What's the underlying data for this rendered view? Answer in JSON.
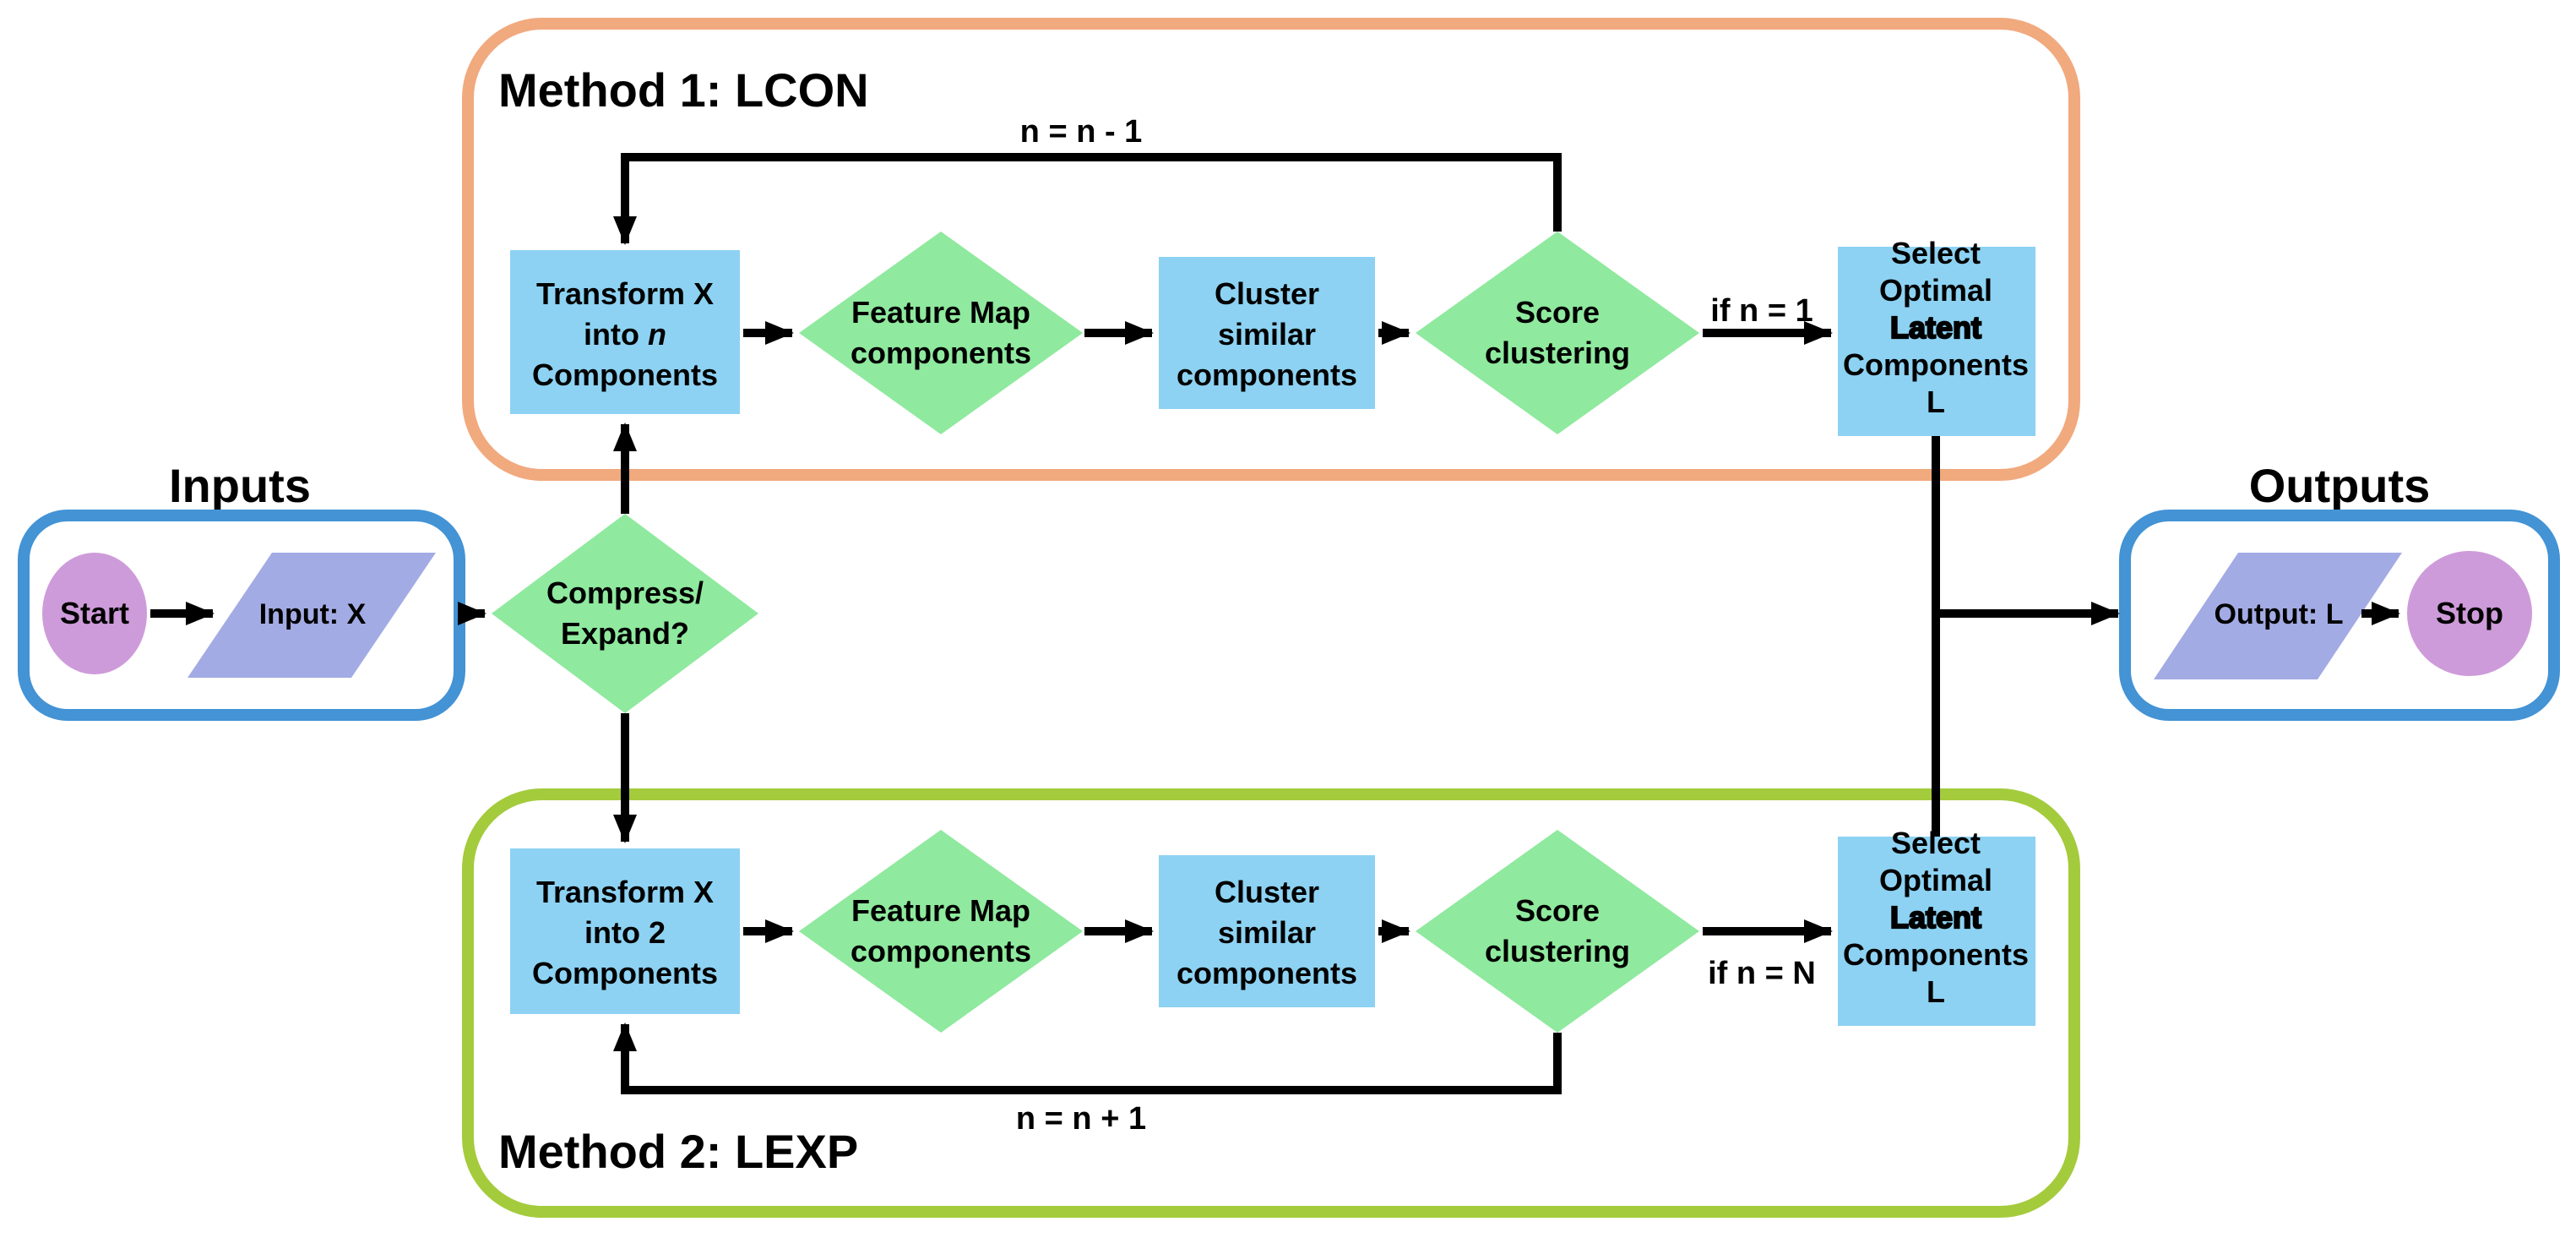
{
  "colors": {
    "process_fill": "#8DD2F2",
    "decision_fill": "#8FE99E",
    "terminator_fill": "#CE9BDA",
    "io_fill": "#A3ABE4",
    "io_border": "#4393D5",
    "io_label": "#5C9FDC",
    "method1_accent": "#F1A97E",
    "method2_accent": "#A3CB3C",
    "line": "#000000"
  },
  "input_section": {
    "label": "Inputs",
    "start": "Start",
    "data": "Input: X"
  },
  "output_section": {
    "label": "Outputs",
    "data": "Output: L",
    "stop": "Stop"
  },
  "decision": {
    "line1": "Compress/",
    "line2": "Expand?"
  },
  "method1": {
    "label": "Method 1: LCON",
    "loop_label": "n = n - 1",
    "condition": "if n = 1",
    "transform": {
      "line1": "Transform X",
      "line2a": "into ",
      "line2b": "n",
      "line3": "Components"
    },
    "feature": {
      "line1": "Feature Map",
      "line2": "components"
    },
    "cluster": {
      "line1": "Cluster",
      "line2": "similar",
      "line3": "components"
    },
    "score": {
      "line1": "Score",
      "line2": "clustering"
    },
    "select": {
      "line1": "Select",
      "line2": "Optimal",
      "line3": "Latent",
      "line4": "Components",
      "line5": "L"
    }
  },
  "method2": {
    "label": "Method 2: LEXP",
    "loop_label": "n = n + 1",
    "condition": "if n = N",
    "transform": {
      "line1": "Transform X",
      "line2a": "into ",
      "line2b": "2",
      "line3": "Components"
    },
    "feature": {
      "line1": "Feature Map",
      "line2": "components"
    },
    "cluster": {
      "line1": "Cluster",
      "line2": "similar",
      "line3": "components"
    },
    "score": {
      "line1": "Score",
      "line2": "clustering"
    },
    "select": {
      "line1": "Select",
      "line2": "Optimal",
      "line3": "Latent",
      "line4": "Components",
      "line5": "L"
    }
  }
}
